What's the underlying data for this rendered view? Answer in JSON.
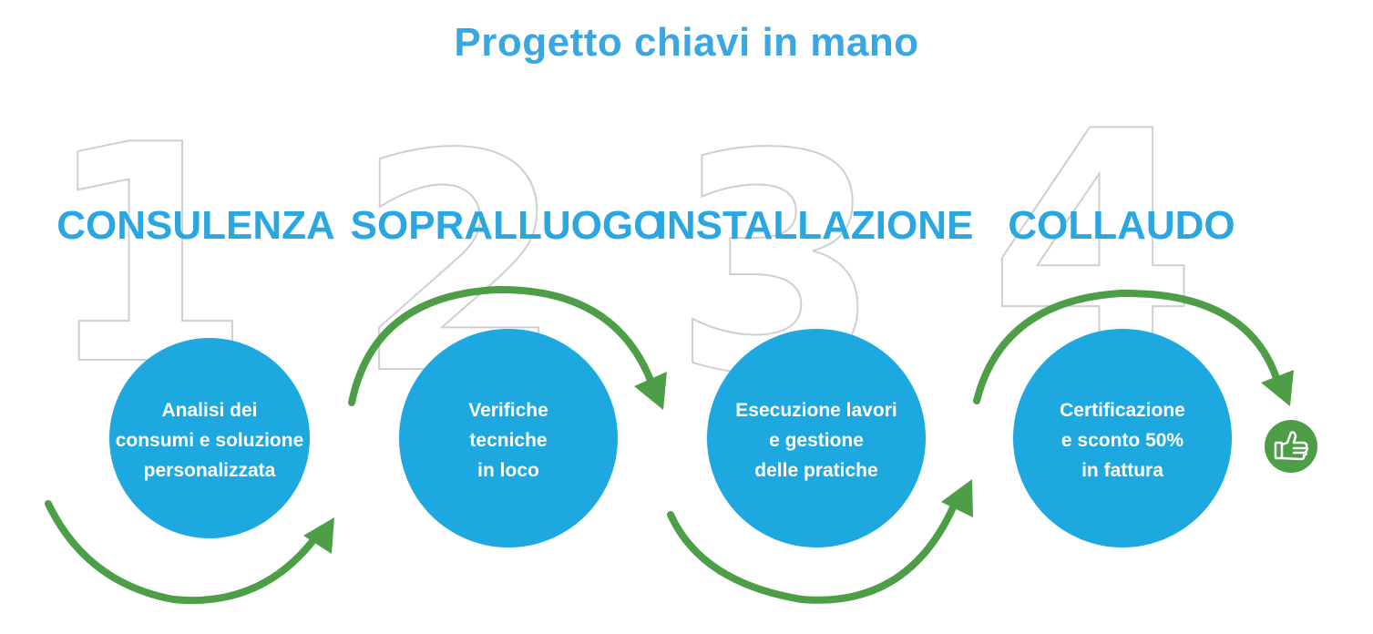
{
  "title": "Progetto chiavi in mano",
  "colors": {
    "title": "#3aa7e0",
    "heading": "#2aa6e0",
    "circle": "#1ea8e0",
    "circle_text": "#ffffff",
    "arrow": "#4e9e48",
    "number_outline": "#cfcfcf",
    "icon_bg": "#4e9e48"
  },
  "steps": [
    {
      "number": "1",
      "heading": "CONSULENZA",
      "lines": [
        "Analisi dei",
        "consumi e soluzione",
        "personalizzata"
      ]
    },
    {
      "number": "2",
      "heading": "SOPRALLUOGO",
      "lines": [
        "Verifiche",
        "tecniche",
        "in loco"
      ]
    },
    {
      "number": "3",
      "heading": "INSTALLAZIONE",
      "lines": [
        "Esecuzione lavori",
        "e gestione",
        "delle pratiche"
      ]
    },
    {
      "number": "4",
      "heading": "COLLAUDO",
      "lines": [
        "Certificazione",
        "e sconto 50%",
        "in fattura"
      ]
    }
  ],
  "final_icon": "thumbs-up-icon"
}
